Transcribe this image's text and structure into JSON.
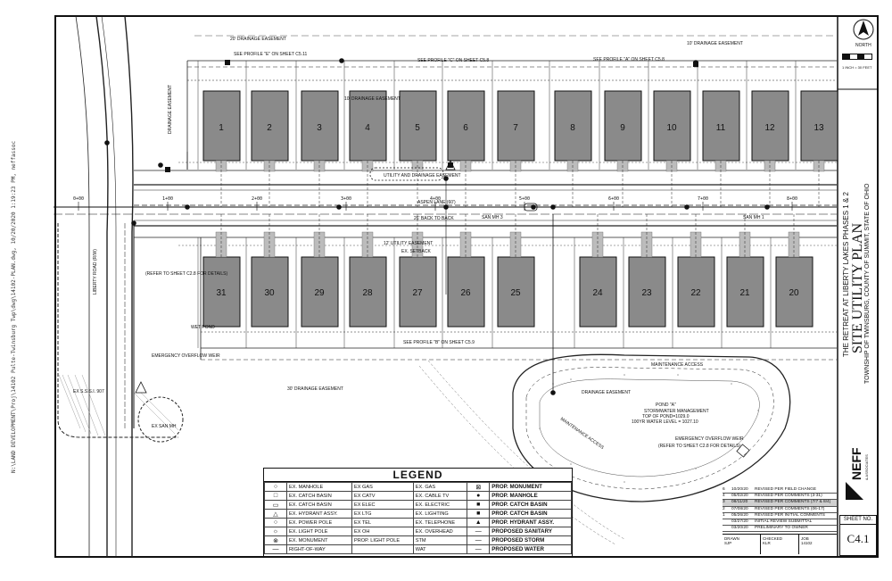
{
  "title_block": {
    "project": "THE RETREAT AT LIBERTY LAKES PHASES 1 & 2",
    "sheet_title": "SITE UTILITY PLAN",
    "location": "TOWNSHIP OF TWINSBURG, COUNTY OF SUMMIT, STATE OF OHIO",
    "firm": "NEFF",
    "firm_sub": "& ASSOCIATES",
    "sheet_no_label": "SHEET NO.",
    "sheet_no": "C4.1",
    "north_label": "NORTH",
    "scale": "1 INCH = 30 FEET"
  },
  "revisions": [
    {
      "no": "6",
      "date": "10/20/20",
      "desc": "REVISED PER FIELD CHANGE",
      "highlight": false
    },
    {
      "no": "4",
      "date": "05/02/20",
      "desc": "REVISED PER COMMENTS (3-31)",
      "highlight": false
    },
    {
      "no": "3",
      "date": "08/11/20",
      "desc": "REVISED PER COMMENTS (7/7 & 8/4)",
      "highlight": true
    },
    {
      "no": "2",
      "date": "07/08/20",
      "desc": "REVISED PER COMMENTS (06-17)",
      "highlight": false
    },
    {
      "no": "1",
      "date": "05/26/20",
      "desc": "REVISED PER INITIAL COMMENTS",
      "highlight": false
    },
    {
      "no": "",
      "date": "03/27/20",
      "desc": "INITIAL REVIEW SUBMITTAL",
      "highlight": false
    },
    {
      "no": "",
      "date": "03/20/20",
      "desc": "PRELIMINARY TO OWNER",
      "highlight": false
    }
  ],
  "side_note": "N:\\LAND DEVELOPMENT\\Proj\\14102 Pulte-Twinsburg Twp\\dwg\\14102-PLAN.dwg, 10/20/2020 1:19:23 PM, neffassoc",
  "north_lots": [
    "1",
    "2",
    "3",
    "4",
    "5",
    "6",
    "7",
    "8",
    "9",
    "10",
    "11",
    "12",
    "13"
  ],
  "south_lots": [
    "31",
    "30",
    "29",
    "28",
    "27",
    "26",
    "25",
    "24",
    "23",
    "22",
    "21",
    "20"
  ],
  "stations": [
    "0+00",
    "1+00",
    "2+00",
    "3+00",
    "4+00",
    "5+00",
    "6+00",
    "7+00",
    "8+00"
  ],
  "annotations": {
    "drainage_20": "20' DRAINAGE EASEMENT",
    "drainage_10": "10' DRAINAGE EASEMENT",
    "drainage_30": "30' DRAINAGE EASEMENT",
    "drainage_10b": "10' DRAINAGE EASEMENT",
    "profile_e": "SEE PROFILE \"E\" ON SHEET C5.11",
    "profile_c": "SEE PROFILE \"C\" ON SHEET C5.8",
    "profile_a": "SEE PROFILE \"A\" ON SHEET C5.8",
    "profile_b": "SEE PROFILE \"B\" ON SHEET C5.9",
    "utility_drainage": "UTILITY AND DRAINAGE EASEMENT",
    "utility_12": "12' UTILITY EASEMENT",
    "setback": "EX. SETBACK",
    "road": "ASPEN LANE (60')",
    "road_sub": "26' BACK TO BACK",
    "san_mh3": "SAN MH 3",
    "san_mh1": "SAN MH 1",
    "refer_c8": "(REFER TO SHEET C2.8 FOR DETAILS)",
    "pond_a": "POND \"A\"",
    "pond_desc": "STORMWATER MANAGEMENT",
    "pond_top": "TOP OF POND=1029.0",
    "pond_water": "100YR WATER LEVEL = 1027.10",
    "emergency_weir": "EMERGENCY OVERFLOW WEIR",
    "emergency_weir2": "EMERGENCY OVERFLOW WEIR",
    "refer_c8b": "(REFER TO SHEET C2.8 FOR DETAILS)",
    "maintenance_access": "MAINTENANCE ACCESS",
    "maintenance_access2": "MAINTENANCE ACCESS",
    "drainage_easement": "DRAINAGE EASEMENT",
    "wet_pond": "WET POND",
    "liberty_road": "LIBERTY ROAD (R/W)",
    "ex_sssi": "EX S.S.S.I. 907",
    "ex_san_mh": "EX SAN MH",
    "drainage_label_v": "DRAINAGE EASEMENT"
  },
  "legend": {
    "title": "LEGEND",
    "rows": [
      [
        "EX. MANHOLE",
        "EX GAS",
        "EX. GAS",
        "PROP. MONUMENT"
      ],
      [
        "EX. CATCH BASIN",
        "EX CATV",
        "EX. CABLE TV",
        "PROP. MANHOLE"
      ],
      [
        "EX. CATCH BASIN",
        "EX ELEC",
        "EX. ELECTRIC",
        "PROP. CATCH BASIN"
      ],
      [
        "EX. HYDRANT ASSY.",
        "EX LTG",
        "EX. LIGHTING",
        "PROP. CATCH BASIN"
      ],
      [
        "EX. POWER POLE",
        "EX TEL",
        "EX. TELEPHONE",
        "PROP. HYDRANT ASSY."
      ],
      [
        "EX. LIGHT POLE",
        "EX OH",
        "EX. OVERHEAD",
        "PROPOSED SANITARY"
      ],
      [
        "EX. MONUMENT",
        "PROP. LIGHT POLE",
        "STM",
        "PROPOSED STORM"
      ],
      [
        "RIGHT-OF-WAY",
        "",
        "WAT",
        "PROPOSED WATER"
      ]
    ]
  },
  "drawn": {
    "drawn_by": "SJP",
    "checked": "KLR",
    "job": "14102"
  },
  "colors": {
    "ink": "#111111",
    "lot_fill": "#8a8a8a",
    "grey": "#bcbcbc",
    "paper": "#ffffff"
  }
}
